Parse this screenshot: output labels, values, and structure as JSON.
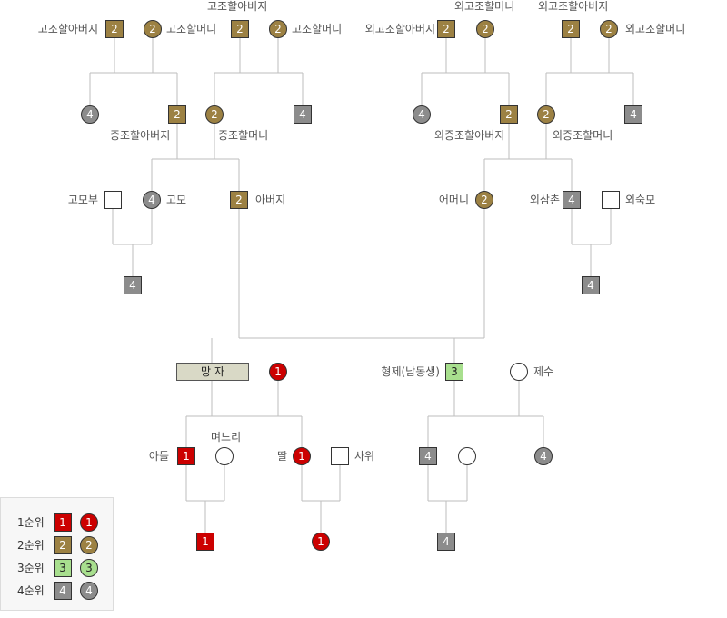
{
  "colors": {
    "rank1": "#cc0000",
    "rank2": "#9c8143",
    "rank3": "#a8df8e",
    "rank4": "#8c8c8c",
    "deceased_box": "#d9d9c6",
    "line": "#bdbdbd"
  },
  "labels": {
    "paternal_gg_grandfather_left": "고조할아버지",
    "paternal_gg_grandmother_left": "고조할머니",
    "paternal_gg_grandfather_right": "고조할아버지",
    "paternal_gg_grandmother_right": "고조할머니",
    "maternal_gg_grandfather_left": "외고조할아버지",
    "maternal_gg_grandmother_left": "외고조할머니",
    "maternal_gg_grandfather_right": "외고조할아버지",
    "maternal_gg_grandmother_right": "외고조할머니",
    "great_grandfather": "증조할아버지",
    "great_grandmother": "증조할머니",
    "maternal_great_grandfather": "외증조할아버지",
    "maternal_great_grandmother": "외증조할머니",
    "aunt_husband": "고모부",
    "aunt": "고모",
    "father": "아버지",
    "mother": "어머니",
    "maternal_uncle": "외삼촌",
    "maternal_aunt": "외숙모",
    "deceased": "망  자",
    "brother": "형제(남동생)",
    "sister_in_law": "제수",
    "son": "아들",
    "daughter_in_law": "며느리",
    "daughter": "딸",
    "son_in_law": "사위"
  },
  "nodes": {
    "gg_gf_l": "2",
    "gg_gm_l": "2",
    "gg_gf_r": "2",
    "gg_gm_r": "2",
    "mgg_gf_l": "2",
    "mgg_gm_l": "2",
    "mgg_gf_r": "2",
    "mgg_gm_r": "2",
    "ggp_sib_f": "4",
    "great_gf": "2",
    "great_gm": "2",
    "ggp_sib_m": "4",
    "mggp_sib_f": "4",
    "m_great_gf": "2",
    "m_great_gm": "2",
    "mggp_sib_m": "4",
    "aunt_husband": "",
    "aunt": "4",
    "father": "2",
    "mother": "2",
    "maternal_uncle": "4",
    "maternal_aunt": "",
    "cousin_p": "4",
    "cousin_m": "4",
    "spouse": "1",
    "brother": "3",
    "sister_in_law": "",
    "son": "1",
    "daughter_in_law": "",
    "daughter": "1",
    "son_in_law": "",
    "nephew_1": "4",
    "nephew_2": "",
    "nephew_3": "4",
    "grandchild_1": "1",
    "grandchild_2": "1",
    "grandniece": "4"
  },
  "legend": {
    "items": [
      {
        "label": "1순위",
        "value": "1"
      },
      {
        "label": "2순위",
        "value": "2"
      },
      {
        "label": "3순위",
        "value": "3"
      },
      {
        "label": "4순위",
        "value": "4"
      }
    ]
  }
}
